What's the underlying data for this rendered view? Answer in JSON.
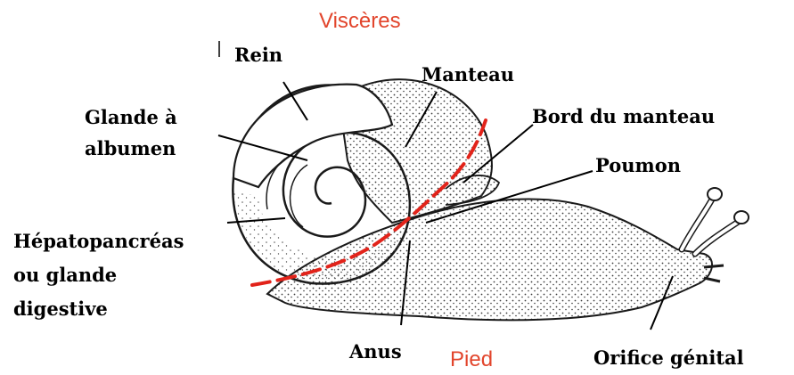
{
  "labels": {
    "visceres": "Viscères",
    "pied": "Pied",
    "rein": "Rein",
    "manteau": "Manteau",
    "bord_manteau": "Bord du manteau",
    "glande_line1": "Glande à",
    "glande_line2": "albumen",
    "poumon": "Poumon",
    "hepato_line1": "Hépatopancréas",
    "hepato_line2": "ou glande",
    "hepato_line3": "digestive",
    "anus": "Anus",
    "orifice": "Orifice génital"
  },
  "colors": {
    "region_label": "#e2452c",
    "boundary_line": "#e2231a",
    "outline": "#1a1a1a",
    "stipple": "#3a3a3a"
  }
}
